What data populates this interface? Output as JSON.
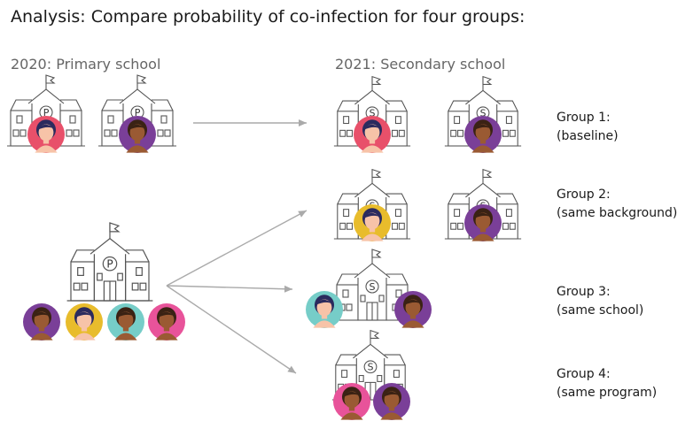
{
  "title": "Analysis: Compare probability of co-infection for four groups:",
  "years": {
    "primary": "2020: Primary school",
    "secondary": "2021: Secondary school"
  },
  "school_letters": {
    "primary": "P",
    "secondary": "S"
  },
  "groups": [
    {
      "line1": "Group 1:",
      "line2": "(baseline)"
    },
    {
      "line1": "Group 2:",
      "line2": "(same background)"
    },
    {
      "line1": "Group 3:",
      "line2": "(same school)"
    },
    {
      "line1": "Group 4:",
      "line2": "(same program)"
    }
  ],
  "colors": {
    "pink": "#e8506a",
    "purple": "#7a3f98",
    "yellow": "#e8bc2c",
    "teal": "#76cdc8",
    "magenta": "#e8539a",
    "arrow": "#aaaaaa",
    "building": "#555555"
  }
}
